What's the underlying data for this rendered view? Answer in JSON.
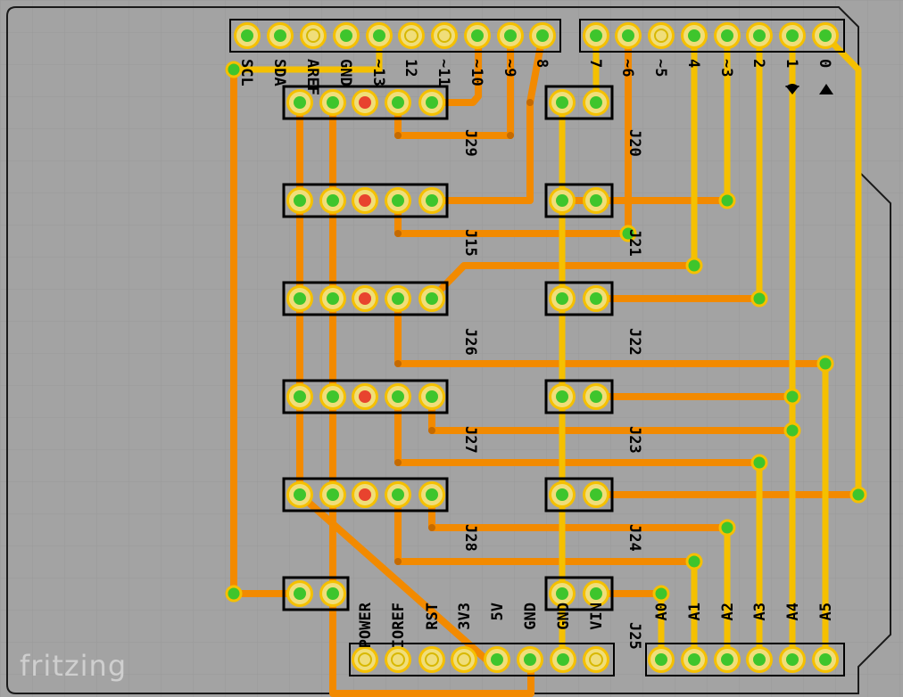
{
  "watermark": "fritzing",
  "colors": {
    "background": "#a3a3a3",
    "board_outline": "#1a1a1a",
    "trace_bottom": "#f28a00",
    "trace_top": "#f5c000",
    "pad_ring": "#f0de7a",
    "pad_center": "#3ec52c",
    "pad_unconnected_center": "#f0de7a",
    "pad_highlight": "#e8432e",
    "silkscreen": "#000000"
  },
  "top_header_labels": [
    "SCL",
    "SDA",
    "AREF",
    "GND",
    "~13",
    "12",
    "~11",
    "~10",
    "~9",
    "8",
    "7",
    "~6",
    "~5",
    "4",
    "~3",
    "2",
    "1",
    "0"
  ],
  "bottom_header_labels": [
    "POWER",
    "IOREF",
    "RST",
    "3V3",
    "5V",
    "GND",
    "GND",
    "VIN",
    "A0",
    "A1",
    "A2",
    "A3",
    "A4",
    "A5"
  ],
  "connector_labels": [
    "J29",
    "J20",
    "J15",
    "J21",
    "J26",
    "J22",
    "J27",
    "J23",
    "J28",
    "J24",
    "J25"
  ]
}
